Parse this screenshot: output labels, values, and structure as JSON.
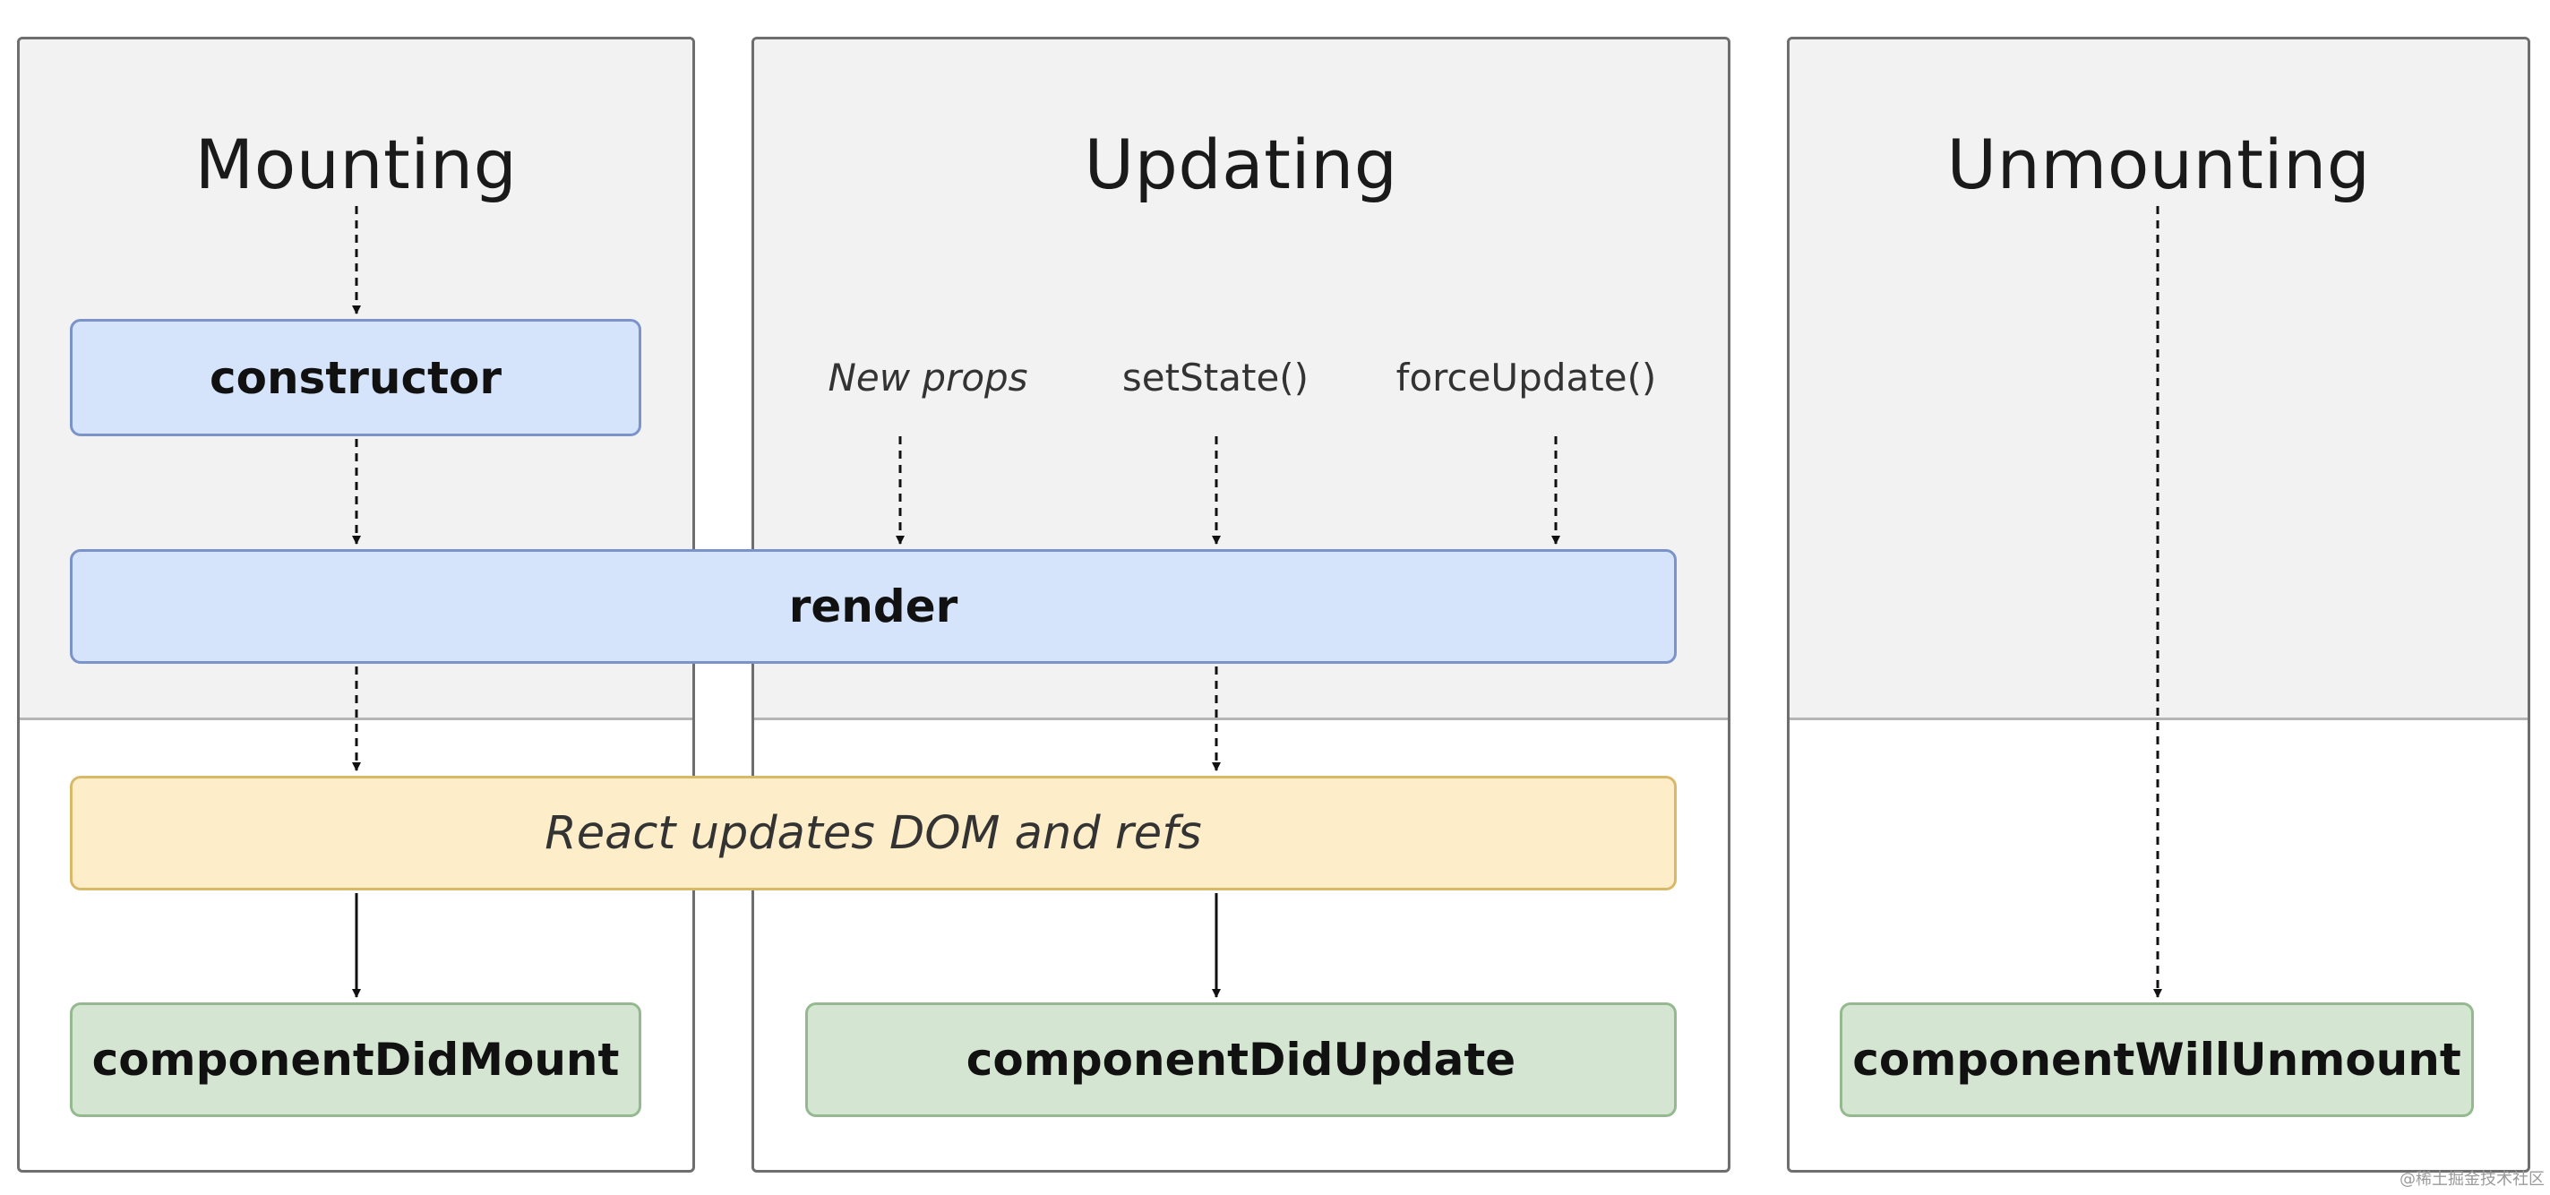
{
  "panels": {
    "mounting": "Mounting",
    "updating": "Updating",
    "unmounting": "Unmounting"
  },
  "nodes": {
    "constructor": "constructor",
    "render": "render",
    "dom_update": "React updates DOM and refs",
    "did_mount": "componentDidMount",
    "did_update": "componentDidUpdate",
    "will_unmount": "componentWillUnmount"
  },
  "triggers": {
    "new_props": "New props",
    "set_state": "setState()",
    "force_update": "forceUpdate()"
  },
  "watermark": "@稀土掘金技术社区",
  "colors": {
    "lifecycle_method": "#d5e3fb",
    "react_internal": "#fdedc9",
    "commit_method": "#d4e6d2",
    "phase_background": "#f2f2f2"
  }
}
